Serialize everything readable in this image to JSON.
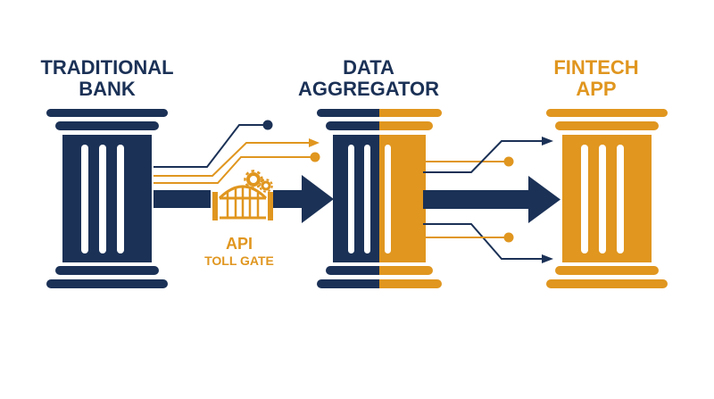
{
  "colors": {
    "navy": "#1b3156",
    "gold": "#e0961f",
    "background": "#ffffff"
  },
  "pillars": {
    "bank": {
      "line1": "TRADITIONAL",
      "line2": "BANK"
    },
    "aggregator": {
      "line1": "DATA",
      "line2": "AGGREGATOR"
    },
    "fintech": {
      "line1": "FINTECH",
      "line2": "APP"
    }
  },
  "gate": {
    "line1": "API",
    "line2": "TOLL GATE",
    "icons": [
      "gear-icon",
      "gate-icon"
    ]
  }
}
